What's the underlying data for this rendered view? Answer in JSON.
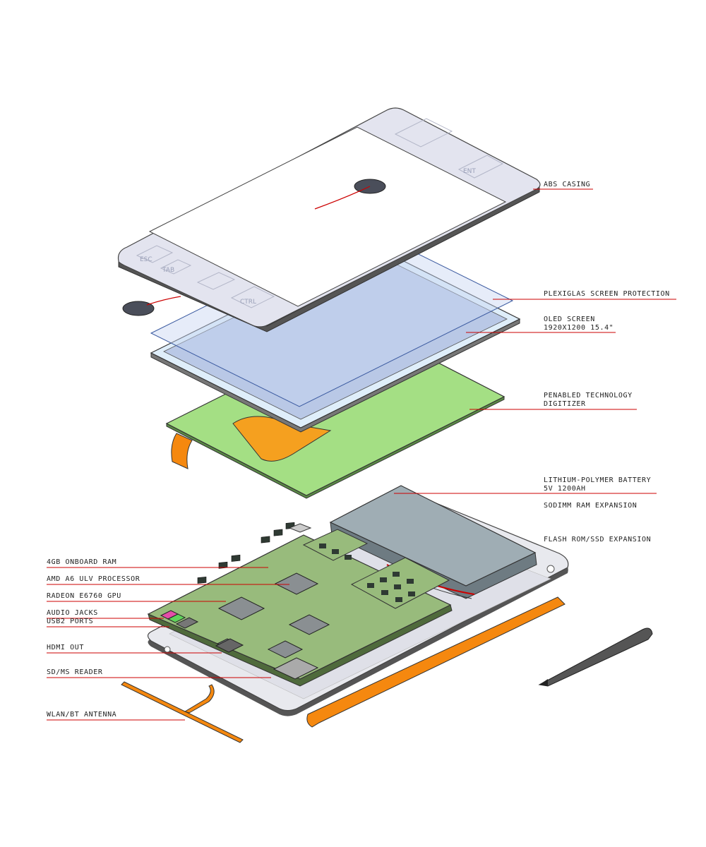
{
  "colors": {
    "leader": "#cc0000",
    "casing": "#e3e4ef",
    "casing_edge": "#555555",
    "plexi": "#c8d4f2",
    "screen": "#b9c8e6",
    "screen_rim": "#dfeefa",
    "digitizer": "#a4df84",
    "pcb": "#98bb7c",
    "battery": "#9fadb4",
    "flex": "#f5880f",
    "base": "#e8e9ee"
  },
  "casing_keys": [
    "ESC",
    "TAB",
    "CTRL",
    "ENT"
  ],
  "callouts": {
    "right": [
      {
        "id": "abs-casing",
        "lines": [
          "ABS CASING"
        ]
      },
      {
        "id": "plexiglas",
        "lines": [
          "PLEXIGLAS SCREEN PROTECTION"
        ]
      },
      {
        "id": "oled",
        "lines": [
          "OLED SCREEN",
          "1920X1200 15.4\""
        ]
      },
      {
        "id": "digitizer",
        "lines": [
          "PENABLED TECHNOLOGY",
          "DIGITIZER"
        ]
      },
      {
        "id": "battery",
        "lines": [
          "LITHIUM-POLYMER BATTERY",
          "5V 1200AH"
        ]
      },
      {
        "id": "sodimm",
        "lines": [
          "SODIMM RAM EXPANSION"
        ]
      },
      {
        "id": "flash",
        "lines": [
          "FLASH ROM/SSD EXPANSION"
        ]
      }
    ],
    "left": [
      {
        "id": "ram",
        "text": "4GB ONBOARD RAM"
      },
      {
        "id": "cpu",
        "text": "AMD A6 ULV PROCESSOR"
      },
      {
        "id": "gpu",
        "text": "RADEON E6760 GPU"
      },
      {
        "id": "audio",
        "text": "AUDIO JACKS"
      },
      {
        "id": "usb",
        "text": "USB2 PORTS"
      },
      {
        "id": "hdmi",
        "text": "HDMI OUT"
      },
      {
        "id": "sd",
        "text": "SD/MS READER"
      },
      {
        "id": "wlan",
        "text": "WLAN/BT ANTENNA"
      }
    ]
  }
}
